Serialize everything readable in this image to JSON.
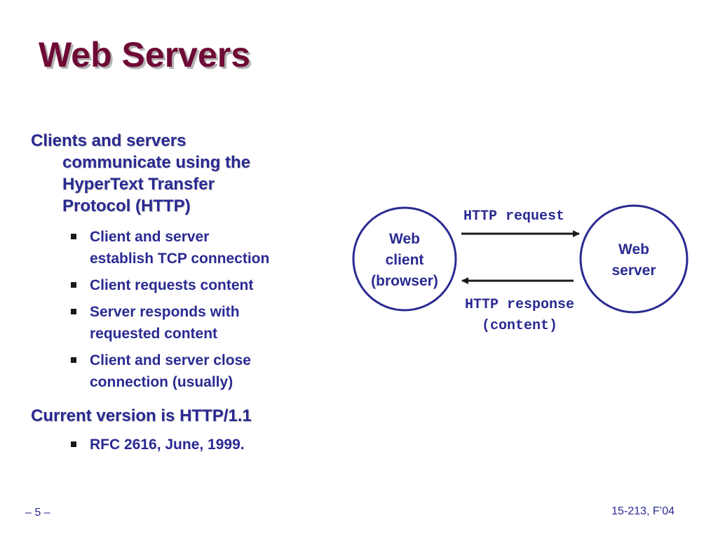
{
  "slide": {
    "title": "Web Servers",
    "bullets": [
      {
        "level": 1,
        "lines": [
          "Clients and servers",
          "communicate using  the",
          "HyperText Transfer",
          "Protocol (HTTP)"
        ],
        "children": [
          {
            "lines": [
              "Client and server",
              "establish TCP connection"
            ]
          },
          {
            "lines": [
              "Client requests content"
            ]
          },
          {
            "lines": [
              "Server responds with",
              "requested content"
            ]
          },
          {
            "lines": [
              "Client and server close",
              "connection (usually)"
            ]
          }
        ]
      },
      {
        "level": 1,
        "lines": [
          "Current version is HTTP/1.1"
        ],
        "children": [
          {
            "lines": [
              "RFC 2616, June, 1999."
            ]
          }
        ]
      }
    ],
    "diagram": {
      "client": {
        "lines": [
          "Web",
          "client",
          "(browser)"
        ]
      },
      "server": {
        "lines": [
          "Web",
          "server"
        ]
      },
      "request_label": "HTTP request",
      "response_label": [
        "HTTP response",
        "(content)"
      ]
    },
    "footer": {
      "page_number": "– 5 –",
      "course": "15-213, F’04"
    },
    "colors": {
      "title": "#6e0a35",
      "text": "#2a2a92",
      "background": "#ffffff"
    }
  }
}
